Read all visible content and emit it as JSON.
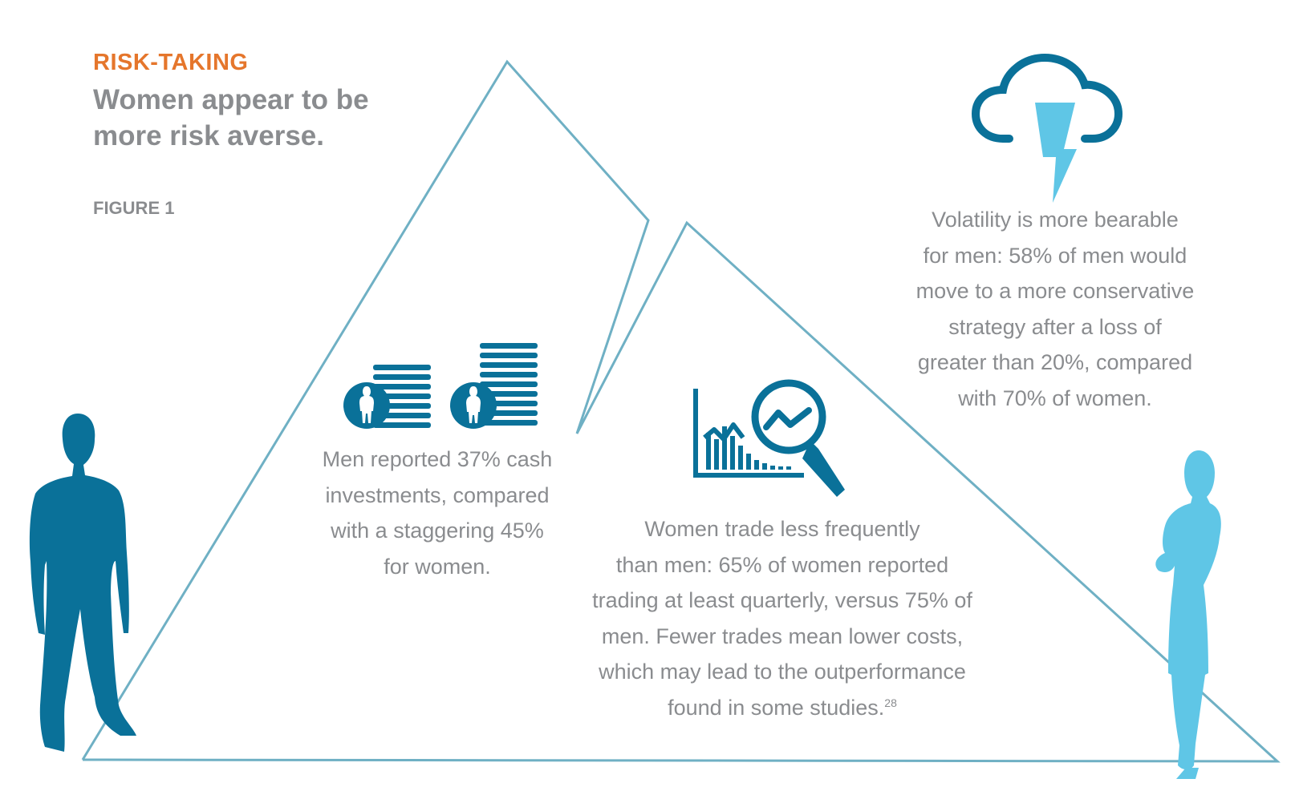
{
  "header": {
    "kicker": "RISK-TAKING",
    "headline_line1": "Women appear to be",
    "headline_line2": "more risk averse.",
    "figure_label": "FIGURE 1"
  },
  "callouts": {
    "cash": [
      "Men reported 37% cash",
      "investments, compared",
      "with a staggering 45%",
      "for women."
    ],
    "trade": [
      "Women trade less frequently",
      "than men: 65% of women reported",
      "trading at least quarterly, versus 75% of",
      "men. Fewer trades mean lower costs,",
      "which may lead to the outperformance",
      "found in some studies."
    ],
    "trade_footnote": "28",
    "volatility": [
      "Volatility is more bearable",
      "for men: 58% of men would",
      "move to a more conservative",
      "strategy after a loss of",
      "greater than 20%, compared",
      "with 70% of women."
    ]
  },
  "icons": {
    "man": "man-silhouette-icon",
    "woman": "woman-silhouette-icon",
    "coins": "coin-stack-icon",
    "chart": "chart-magnifier-icon",
    "storm": "storm-cloud-icon"
  },
  "colors": {
    "accent_orange": "#e5762c",
    "text_gray": "#8a8c8f",
    "dark_teal": "#0a7199",
    "light_blue": "#5fc6e6",
    "mountain_stroke": "#6fb0c4"
  }
}
